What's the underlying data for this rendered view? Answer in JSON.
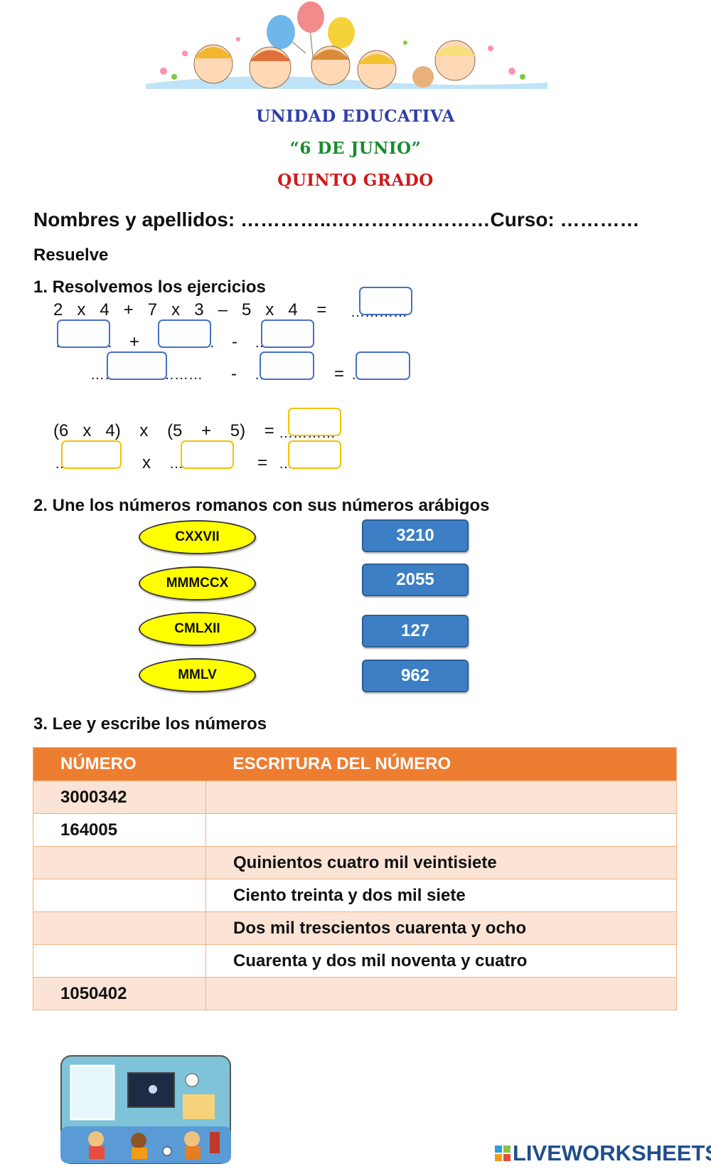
{
  "school": {
    "line1": "UNIDAD EDUCATIVA",
    "line2": "“6 DE JUNIO”",
    "line3": "QUINTO GRADO"
  },
  "student_line": {
    "text": "Nombres y apellidos: …………..……………………Curso: …………"
  },
  "instruction": "Resuelve",
  "exercise1": {
    "title": "1. Resolvemos los ejercicios",
    "a": {
      "expr": [
        "2",
        "x",
        "4",
        "+",
        "7",
        "x",
        "3",
        "–",
        "5",
        "x",
        "4",
        "="
      ],
      "row2_ops": [
        "+",
        "-"
      ],
      "row3_ops": [
        "-",
        "="
      ]
    },
    "b": {
      "expr": [
        "(6",
        "x",
        "4)",
        "x",
        "(5",
        "+",
        "5)",
        "="
      ],
      "row2_ops": [
        "x",
        "="
      ]
    },
    "dots": "…………"
  },
  "exercise2": {
    "title": "2. Une los números romanos con sus números arábigos",
    "romans": [
      "CXXVII",
      "MMMCCX",
      "CMLXII",
      "MMLV"
    ],
    "arabics": [
      "3210",
      "2055",
      "127",
      "962"
    ]
  },
  "exercise3": {
    "title": "3. Lee y escribe los números",
    "headers": [
      "NÚMERO",
      "ESCRITURA DEL NÚMERO"
    ],
    "rows": [
      {
        "number": "3000342",
        "words": ""
      },
      {
        "number": "164005",
        "words": ""
      },
      {
        "number": "",
        "words": "Quinientos cuatro mil veintisiete"
      },
      {
        "number": "",
        "words": "Ciento treinta y dos mil siete"
      },
      {
        "number": "",
        "words": "Dos mil trescientos cuarenta y ocho"
      },
      {
        "number": "",
        "words": "Cuarenta y dos mil noventa y cuatro"
      },
      {
        "number": "1050402",
        "words": ""
      }
    ]
  },
  "footer": {
    "brand": "LIVEWORKSHEETS"
  },
  "colors": {
    "school_line1": "#2f3fa6",
    "school_line2": "#1a8a2e",
    "school_line3": "#d01818",
    "table_header": "#ed7d31",
    "table_stripe": "#fbe4d5",
    "oval": "#ffff00",
    "arabic_box": "#3d7fc4"
  }
}
